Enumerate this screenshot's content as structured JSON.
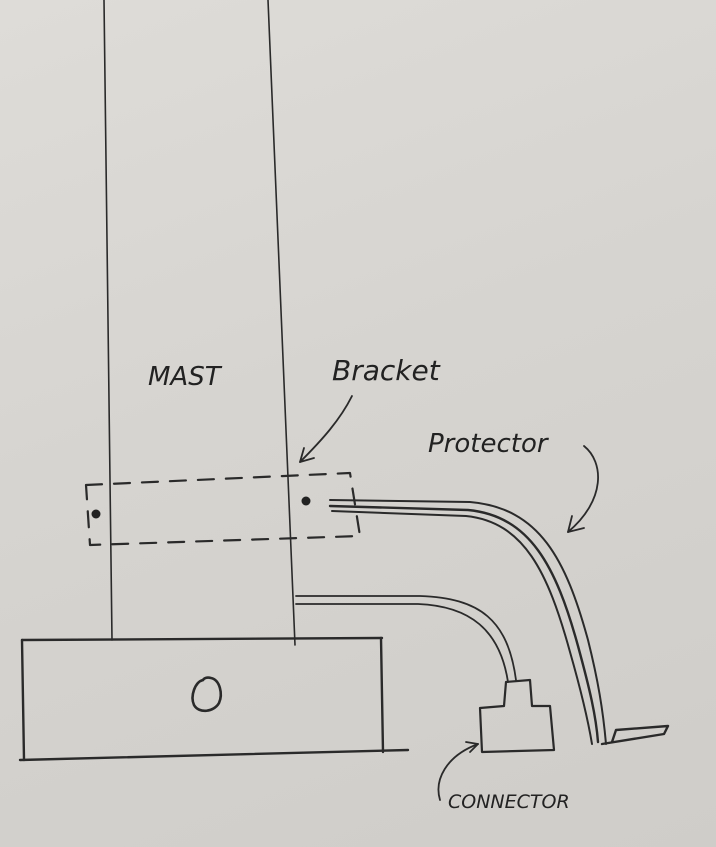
{
  "labels": {
    "mast": "MAST",
    "bracket": "Bracket",
    "protector": "Protector",
    "connector": "CONNECTOR"
  },
  "colors": {
    "paper": "#d8d6d2",
    "ink": "#2a2a2a"
  }
}
